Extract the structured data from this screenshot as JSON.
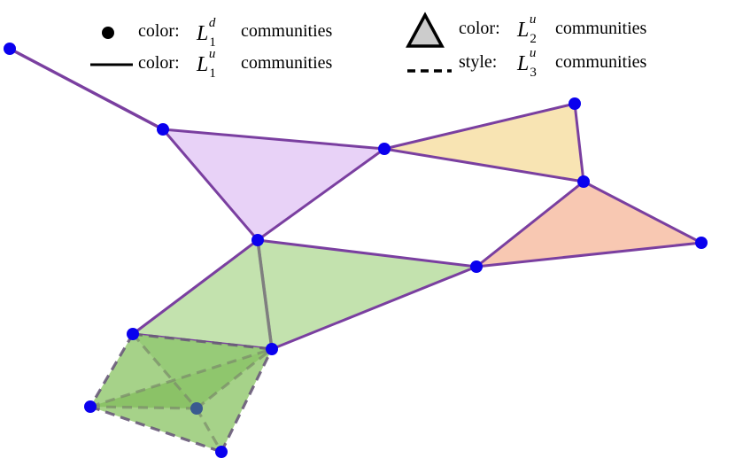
{
  "legend": {
    "items": [
      {
        "marker": "dot",
        "prefix": "color:",
        "math_base": "L",
        "math_sub": "1",
        "math_sup": "d",
        "suffix": "communities"
      },
      {
        "marker": "solid-line",
        "prefix": "color:",
        "math_base": "L",
        "math_sub": "1",
        "math_sup": "u",
        "suffix": "communities"
      },
      {
        "marker": "triangle",
        "prefix": "color:",
        "math_base": "L",
        "math_sub": "2",
        "math_sup": "u",
        "suffix": "communities"
      },
      {
        "marker": "dashed-line",
        "prefix": "style:",
        "math_base": "L",
        "math_sub": "3",
        "math_sup": "u",
        "suffix": "communities"
      }
    ]
  },
  "colors": {
    "node": "#0a00ee",
    "edge_purple": "#7a3fa0",
    "edge_gray": "#7f7f7f",
    "face_lavender": "#e8d2f7",
    "face_yellow": "#f8e4b3",
    "face_salmon": "#f8c8b2",
    "face_green": "#b6dca0",
    "tetra_green": "#8cc26a",
    "dash_color": "#6a5a7a"
  },
  "graph": {
    "nodes": [
      "n0",
      "n1",
      "n2",
      "n3",
      "n4",
      "n5",
      "n6",
      "n7",
      "n8",
      "n9",
      "n10",
      "n11",
      "n12"
    ],
    "triangles_2": [
      {
        "name": "lavender-triangle",
        "nodes": [
          "n1",
          "n2",
          "n3"
        ],
        "color": "face_lavender"
      },
      {
        "name": "yellow-triangle",
        "nodes": [
          "n2",
          "n4",
          "n5"
        ],
        "color": "face_yellow"
      },
      {
        "name": "salmon-triangle",
        "nodes": [
          "n5",
          "n6",
          "n7"
        ],
        "color": "face_salmon"
      },
      {
        "name": "green-triangle-right",
        "nodes": [
          "n3",
          "n7",
          "n9"
        ],
        "color": "face_green"
      },
      {
        "name": "green-triangle-left",
        "nodes": [
          "n3",
          "n8",
          "n9"
        ],
        "color": "face_green"
      }
    ],
    "tetrahedron_3": {
      "nodes": [
        "n8",
        "n9",
        "n10",
        "n11",
        "n12"
      ]
    }
  }
}
